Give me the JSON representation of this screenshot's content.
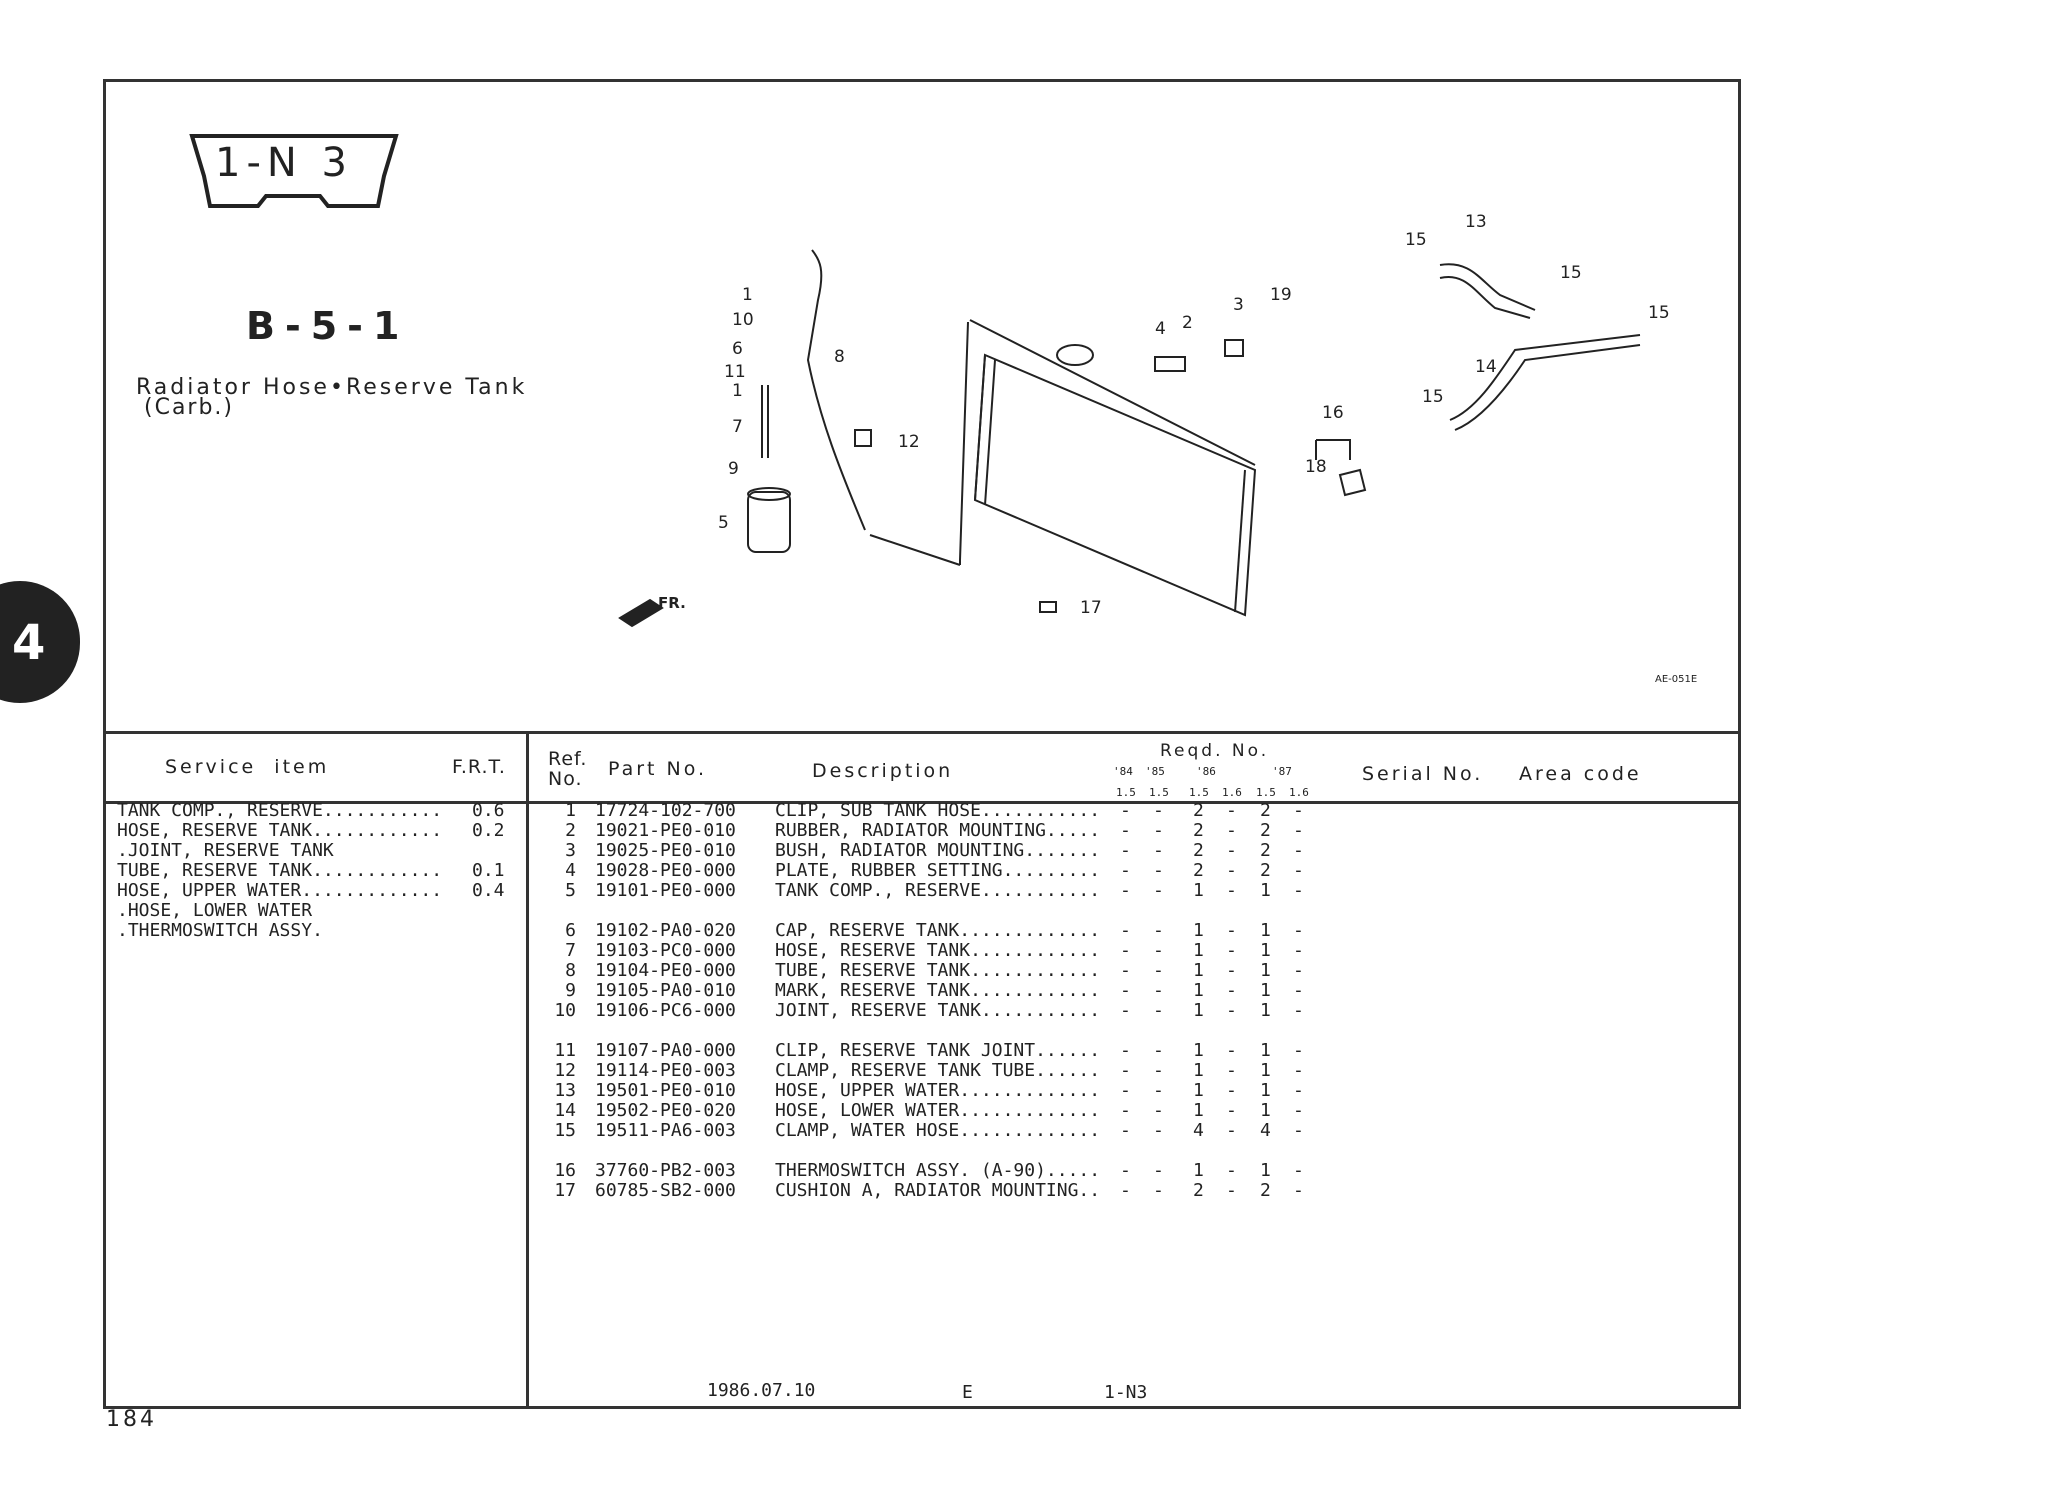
{
  "badge": "1-N 3",
  "section_code": "B-5-1",
  "title_line1": "Radiator Hose•Reserve Tank",
  "title_line2": "(Carb.)",
  "side_tab": "4",
  "diagram": {
    "code": "AE-051E",
    "front_label": "FR.",
    "callouts": [
      "1",
      "10",
      "6",
      "11",
      "1",
      "7",
      "9",
      "5",
      "8",
      "12",
      "4",
      "2",
      "3",
      "19",
      "16",
      "18",
      "17",
      "13",
      "15",
      "15",
      "15",
      "15",
      "14"
    ]
  },
  "service_header": {
    "item": "Service  item",
    "frt": "F.R.T."
  },
  "service_items": [
    {
      "item": "TANK COMP., RESERVE...........",
      "frt": "0.6"
    },
    {
      "item": "HOSE, RESERVE TANK............",
      "frt": "0.2"
    },
    {
      "item": ".JOINT, RESERVE TANK",
      "frt": ""
    },
    {
      "item": "TUBE, RESERVE TANK............",
      "frt": "0.1"
    },
    {
      "item": "HOSE, UPPER WATER.............",
      "frt": "0.4"
    },
    {
      "item": ".HOSE, LOWER WATER",
      "frt": ""
    },
    {
      "item": ".THERMOSWITCH ASSY.",
      "frt": ""
    }
  ],
  "parts_header": {
    "ref": "Ref.",
    "no": "No.",
    "part_no": "Part No.",
    "description": "Description",
    "reqd": "Reqd. No.",
    "years": [
      "'84",
      "'85",
      "'86",
      "'87"
    ],
    "variants": [
      "1.5",
      "1.5",
      "1.5",
      "1.6",
      "1.5",
      "1.6"
    ],
    "serial": "Serial No.",
    "area": "Area code"
  },
  "parts": [
    {
      "ref": "1",
      "part": "17724-102-700",
      "desc": "CLIP, SUB TANK HOSE...........",
      "qty": [
        "-",
        "-",
        "2",
        "-",
        "2",
        "-"
      ]
    },
    {
      "ref": "2",
      "part": "19021-PE0-010",
      "desc": "RUBBER, RADIATOR MOUNTING.....",
      "qty": [
        "-",
        "-",
        "2",
        "-",
        "2",
        "-"
      ]
    },
    {
      "ref": "3",
      "part": "19025-PE0-010",
      "desc": "BUSH, RADIATOR MOUNTING.......",
      "qty": [
        "-",
        "-",
        "2",
        "-",
        "2",
        "-"
      ]
    },
    {
      "ref": "4",
      "part": "19028-PE0-000",
      "desc": "PLATE, RUBBER SETTING.........",
      "qty": [
        "-",
        "-",
        "2",
        "-",
        "2",
        "-"
      ]
    },
    {
      "ref": "5",
      "part": "19101-PE0-000",
      "desc": "TANK COMP., RESERVE...........",
      "qty": [
        "-",
        "-",
        "1",
        "-",
        "1",
        "-"
      ]
    },
    {
      "ref": "6",
      "part": "19102-PA0-020",
      "desc": "CAP, RESERVE TANK.............",
      "qty": [
        "-",
        "-",
        "1",
        "-",
        "1",
        "-"
      ]
    },
    {
      "ref": "7",
      "part": "19103-PC0-000",
      "desc": "HOSE, RESERVE TANK............",
      "qty": [
        "-",
        "-",
        "1",
        "-",
        "1",
        "-"
      ]
    },
    {
      "ref": "8",
      "part": "19104-PE0-000",
      "desc": "TUBE, RESERVE TANK............",
      "qty": [
        "-",
        "-",
        "1",
        "-",
        "1",
        "-"
      ]
    },
    {
      "ref": "9",
      "part": "19105-PA0-010",
      "desc": "MARK, RESERVE TANK............",
      "qty": [
        "-",
        "-",
        "1",
        "-",
        "1",
        "-"
      ]
    },
    {
      "ref": "10",
      "part": "19106-PC6-000",
      "desc": "JOINT, RESERVE TANK...........",
      "qty": [
        "-",
        "-",
        "1",
        "-",
        "1",
        "-"
      ]
    },
    {
      "ref": "11",
      "part": "19107-PA0-000",
      "desc": "CLIP, RESERVE TANK JOINT......",
      "qty": [
        "-",
        "-",
        "1",
        "-",
        "1",
        "-"
      ]
    },
    {
      "ref": "12",
      "part": "19114-PE0-003",
      "desc": "CLAMP, RESERVE TANK TUBE......",
      "qty": [
        "-",
        "-",
        "1",
        "-",
        "1",
        "-"
      ]
    },
    {
      "ref": "13",
      "part": "19501-PE0-010",
      "desc": "HOSE, UPPER WATER.............",
      "qty": [
        "-",
        "-",
        "1",
        "-",
        "1",
        "-"
      ]
    },
    {
      "ref": "14",
      "part": "19502-PE0-020",
      "desc": "HOSE, LOWER WATER.............",
      "qty": [
        "-",
        "-",
        "1",
        "-",
        "1",
        "-"
      ]
    },
    {
      "ref": "15",
      "part": "19511-PA6-003",
      "desc": "CLAMP, WATER HOSE.............",
      "qty": [
        "-",
        "-",
        "4",
        "-",
        "4",
        "-"
      ]
    },
    {
      "ref": "16",
      "part": "37760-PB2-003",
      "desc": "THERMOSWITCH ASSY. (A-90).....",
      "qty": [
        "-",
        "-",
        "1",
        "-",
        "1",
        "-"
      ]
    },
    {
      "ref": "17",
      "part": "60785-SB2-000",
      "desc": "CUSHION A, RADIATOR MOUNTING..",
      "qty": [
        "-",
        "-",
        "2",
        "-",
        "2",
        "-"
      ]
    }
  ],
  "footer": {
    "date": "1986.07.10",
    "edition": "E",
    "ref": "1-N3"
  },
  "page_number": "184"
}
